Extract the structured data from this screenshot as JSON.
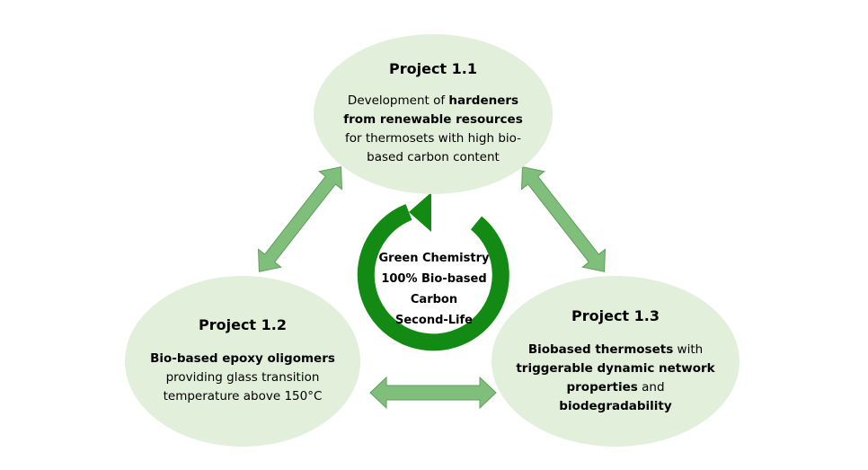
{
  "center": {
    "lines": [
      "Green Chemistry",
      "100% Bio-based Carbon",
      "Second-Life"
    ]
  },
  "projects": [
    {
      "title": "Project 1.1",
      "desc_parts": [
        {
          "text": "Development of ",
          "bold": false
        },
        {
          "text": "hardeners from renewable resources",
          "bold": true
        },
        {
          "text": " for thermosets with high bio-based carbon content",
          "bold": false
        }
      ]
    },
    {
      "title": "Project 1.2",
      "desc_parts": [
        {
          "text": "Bio-based epoxy oligomers",
          "bold": true
        },
        {
          "text": " providing glass transition temperature above 150°C",
          "bold": false
        }
      ]
    },
    {
      "title": "Project 1.3",
      "desc_parts": [
        {
          "text": "Biobased thermosets",
          "bold": true
        },
        {
          "text": " with ",
          "bold": false
        },
        {
          "text": "triggerable dynamic network properties",
          "bold": true
        },
        {
          "text": " and ",
          "bold": false
        },
        {
          "text": "biodegradability",
          "bold": true
        }
      ]
    }
  ],
  "colors": {
    "ellipse_fill": "#e2efda",
    "arrow_fill": "#7fbf7b",
    "arrow_stroke": "#5f9e5b",
    "cycle_arrow": "#138a13"
  }
}
